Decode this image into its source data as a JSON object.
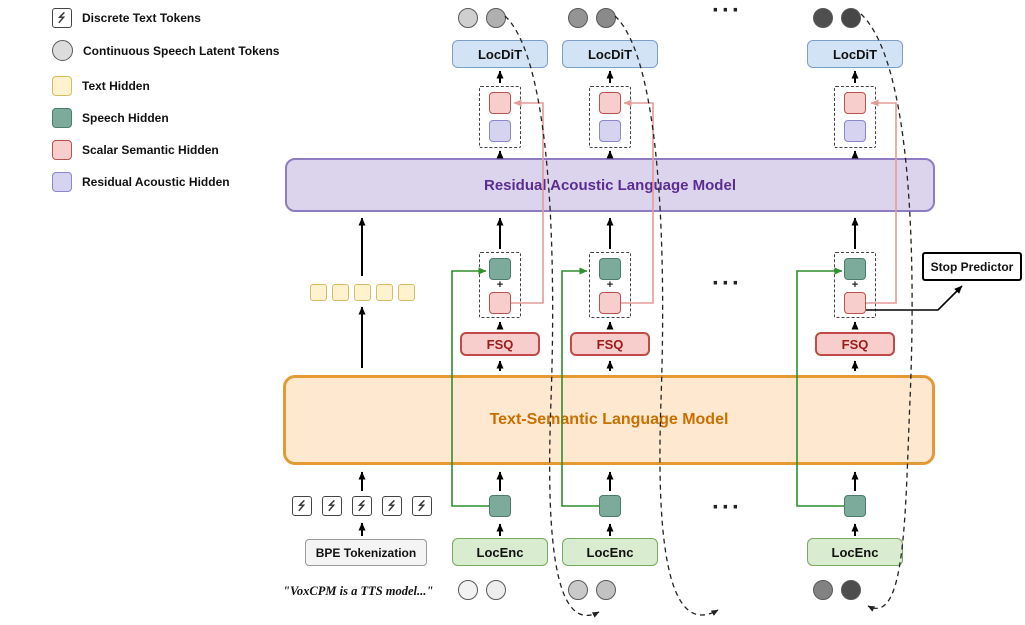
{
  "legend": {
    "items": [
      {
        "label": "Discrete Text Tokens"
      },
      {
        "label": "Continuous Speech Latent Tokens"
      },
      {
        "label": "Text Hidden"
      },
      {
        "label": "Speech Hidden"
      },
      {
        "label": "Scalar Semantic Hidden"
      },
      {
        "label": "Residual Acoustic Hidden"
      }
    ]
  },
  "nodes": {
    "locdit": "LocDiT",
    "locenc": "LocEnc",
    "fsq": "FSQ",
    "text_semantic_lm": "Text-Semantic Language Model",
    "residual_acoustic_lm": "Residual Acoustic Language Model",
    "bpe_tokenization": "BPE Tokenization",
    "stop_predictor": "Stop Predictor"
  },
  "labels": {
    "input_text": "\"VoxCPM is a TTS model...\"",
    "ellipsis": "···",
    "plus": "+"
  },
  "colors": {
    "text_hidden": "#fff3cf",
    "speech_hidden": "#7cab9c",
    "scalar_semantic_hidden": "#f8cecc",
    "residual_acoustic_hidden": "#d6d3f1",
    "text_semantic_lm_fill": "#fee9d0",
    "text_semantic_lm_border": "#e39a33",
    "text_semantic_lm_text": "#c96f00",
    "residual_acoustic_lm_fill": "#dcd3ec",
    "residual_acoustic_lm_border": "#8e7cc3",
    "residual_acoustic_lm_text": "#5b2d90",
    "locdit_fill": "#d3e3f6",
    "locenc_fill": "#daeccf",
    "fsq_fill": "#f8cecc",
    "green_connector": "#2d8f2d",
    "pink_connector": "#e59a9a"
  }
}
